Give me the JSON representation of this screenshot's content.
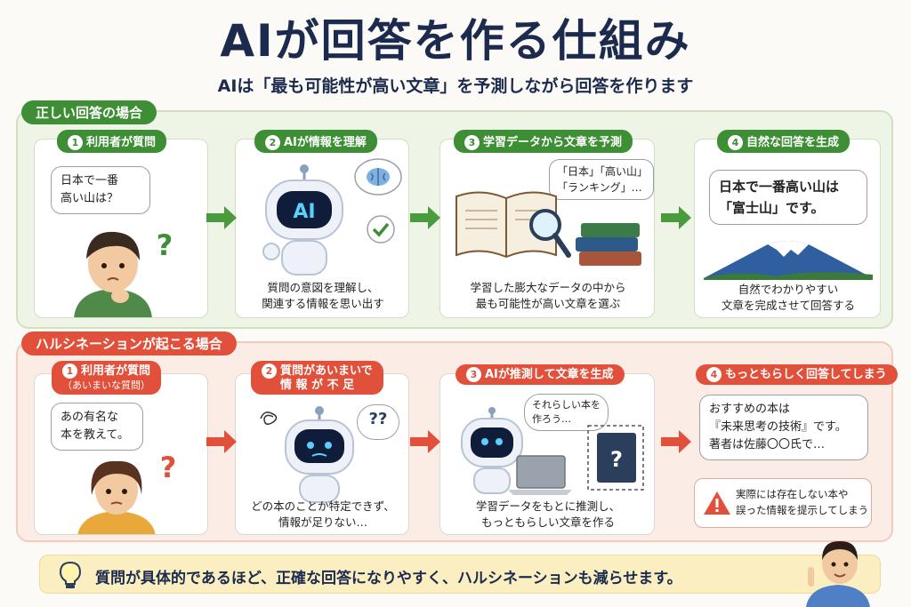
{
  "title": "AIが回答を作る仕組み",
  "subtitle": "AIは「最も可能性が高い文章」を予測しながら回答を作ります",
  "colors": {
    "green": "#3e8e35",
    "red": "#e0503a",
    "navy": "#1c2b4d",
    "tip_bg": "#fbefc2"
  },
  "correct": {
    "label": "正しい回答の場合",
    "steps": [
      {
        "num": "1",
        "title": "利用者が質問",
        "bubble_1": "日本で一番",
        "bubble_2": "高い山は？",
        "icon": "question-mark-icon"
      },
      {
        "num": "2",
        "title": "AIが情報を理解",
        "robot_label": "AI",
        "caption_1": "質問の意図を理解し、",
        "caption_2": "関連する情報を思い出す",
        "icon": "brain-icon"
      },
      {
        "num": "3",
        "title": "学習データから文章を予測",
        "bubble_1": "「日本」「高い山」",
        "bubble_2": "「ランキング」…",
        "caption_1": "学習した膨大なデータの中から",
        "caption_2": "最も可能性が高い文章を選ぶ",
        "icon": "book-icon"
      },
      {
        "num": "4",
        "title": "自然な回答を生成",
        "bubble_1": "日本で一番高い山は",
        "bubble_2": "「富士山」です。",
        "caption_1": "自然でわかりやすい",
        "caption_2": "文章を完成させて回答する",
        "icon": "mountain-icon"
      }
    ]
  },
  "hallucination": {
    "label": "ハルシネーションが起こる場合",
    "steps": [
      {
        "num": "1",
        "title": "利用者が質問",
        "title_2": "（あいまいな質問）",
        "bubble_1": "あの有名な",
        "bubble_2": "本を教えて。",
        "icon": "question-mark-icon"
      },
      {
        "num": "2",
        "title": "質問があいまいで",
        "title_2": "情 報 が 不 足",
        "think": "??",
        "caption_1": "どの本のことか特定できず、",
        "caption_2": "情報が足りない…",
        "icon": "confused-robot-icon"
      },
      {
        "num": "3",
        "title": "AIが推測して文章を生成",
        "bubble_1": "それらしい本を",
        "bubble_2": "作ろう…",
        "book_mark": "?",
        "caption_1": "学習データをもとに推測し、",
        "caption_2": "もっともらしい文章を作る",
        "icon": "laptop-icon"
      },
      {
        "num": "4",
        "title": "もっともらしく回答してしまう",
        "answer_1": "おすすめの本は",
        "answer_2": "『未来思考の技術』です。",
        "answer_3": "著者は佐藤〇〇氏で…",
        "warn_1": "実際には存在しない本や",
        "warn_2": "誤った情報を提示してしまう",
        "icon": "warning-icon"
      }
    ]
  },
  "tip": {
    "text": "質問が具体的であるほど、正確な回答になりやすく、ハルシネーションも減らせます。",
    "icon": "lightbulb-icon"
  }
}
